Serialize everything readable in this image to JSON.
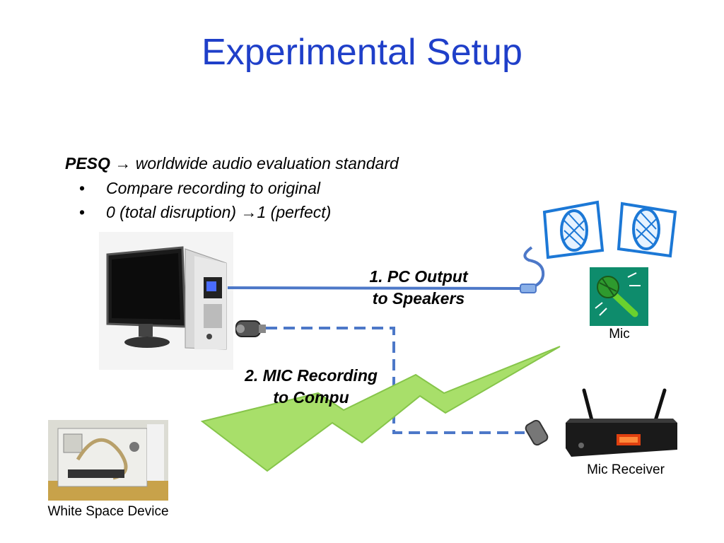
{
  "slide": {
    "title": "Experimental Setup",
    "intro": {
      "term": "PESQ",
      "arrow": "→",
      "description": "worldwide audio evaluation standard"
    },
    "bullets": [
      {
        "text_before": "Compare recording to original",
        "arrow": "",
        "text_after": ""
      },
      {
        "text_before": "0 (total disruption)",
        "arrow": "→",
        "text_after": "1 (perfect)"
      }
    ],
    "labels": {
      "pc_output_line1": "1. PC Output",
      "pc_output_line2": "to Speakers",
      "mic_recording_line1": "2. MIC Recording",
      "mic_recording_line2": "to Compu"
    },
    "captions": {
      "mic": "Mic",
      "mic_receiver": "Mic Receiver",
      "white_space_device": "White Space Device"
    }
  }
}
